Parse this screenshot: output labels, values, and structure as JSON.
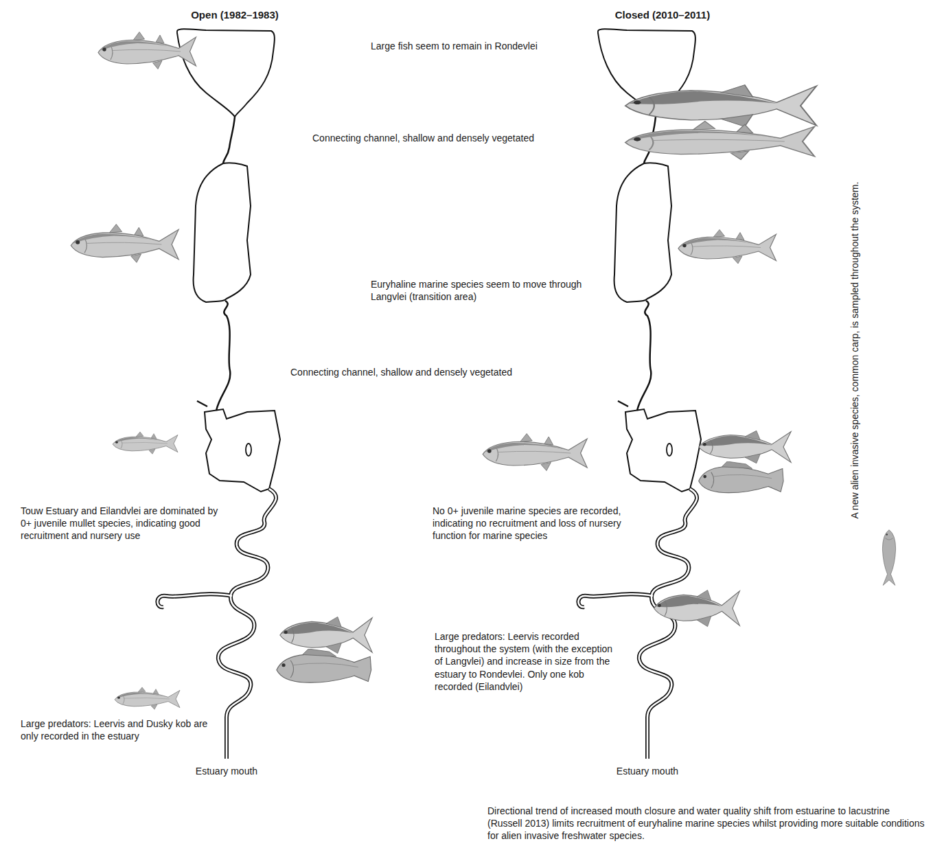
{
  "diagram": {
    "labels": [
      "Open (1982–1983)",
      "Closed (2010–2011)",
      "Large fish seem to remain in Rondevlei",
      "Connecting channel, shallow and densely vegetated",
      "Euryhaline marine species seem to move through Langvlei (transition area)",
      "Connecting channel, shallow and densely vegetated",
      "Touw Estuary and Eilandvlei are dominated by 0+ juvenile mullet species, indicating good recruitment and nursery use",
      "No 0+ juvenile marine species are recorded, indicating no recruitment and loss of nursery function for marine species",
      "Large predators: Leervis and Dusky kob are only recorded in the estuary",
      "Large predators: Leervis recorded throughout the system (with the exception of Langvlei) and increase in size from the estuary to Rondevlei. Only one kob recorded (Eilandvlei)",
      "Estuary mouth",
      "Estuary mouth",
      "Directional trend of increased mouth closure and water quality shift from estuarine to lacustrine (Russell 2013) limits recruitment of euryhaline marine species whilst providing more suitable conditions for alien invasive freshwater species.",
      "A new alien invasive species, common carp, is sampled throughout the system."
    ]
  }
}
